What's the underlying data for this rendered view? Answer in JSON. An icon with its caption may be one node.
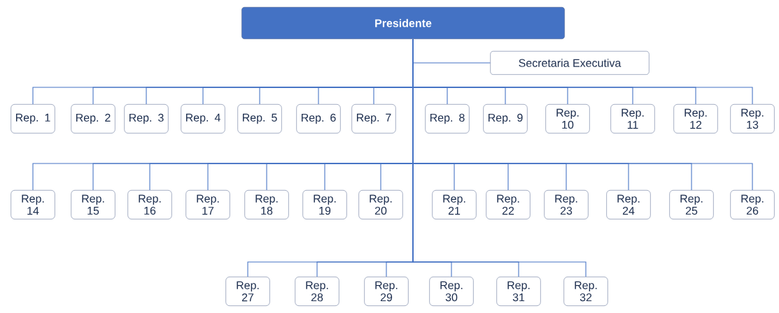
{
  "diagram": {
    "nodes": [
      {
        "text": [
          "Presidente"
        ]
      },
      {
        "text": [
          "Secretaria Executiva"
        ]
      },
      {
        "text": [
          "Rep. 1"
        ]
      },
      {
        "text": [
          "Rep. 2"
        ]
      },
      {
        "text": [
          "Rep. 3"
        ]
      },
      {
        "text": [
          "Rep. 4"
        ]
      },
      {
        "text": [
          "Rep. 5"
        ]
      },
      {
        "text": [
          "Rep. 6"
        ]
      },
      {
        "text": [
          "Rep. 7"
        ]
      },
      {
        "text": [
          "Rep. 8"
        ]
      },
      {
        "text": [
          "Rep. 9"
        ]
      },
      {
        "text": [
          "Rep. 10"
        ]
      },
      {
        "text": [
          "Rep. 11"
        ]
      },
      {
        "text": [
          "Rep. 12"
        ]
      },
      {
        "text": [
          "Rep. 13"
        ]
      },
      {
        "text": [
          "Rep. 14"
        ]
      },
      {
        "text": [
          "Rep. 15"
        ]
      },
      {
        "text": [
          "Rep. 16"
        ]
      },
      {
        "text": [
          "Rep. 17"
        ]
      },
      {
        "text": [
          "Rep. 18"
        ]
      },
      {
        "text": [
          "Rep. 19"
        ]
      },
      {
        "text": [
          "Rep. 20"
        ]
      },
      {
        "text": [
          "Rep. 21"
        ]
      },
      {
        "text": [
          "Rep. 22"
        ]
      },
      {
        "text": [
          "Rep. 23"
        ]
      },
      {
        "text": [
          "Rep. 24"
        ]
      },
      {
        "text": [
          "Rep. 25"
        ]
      },
      {
        "text": [
          "Rep. 26"
        ]
      },
      {
        "text": [
          "Rep. 27"
        ]
      },
      {
        "text": [
          "Rep. 28"
        ]
      },
      {
        "text": [
          "Rep. 29"
        ]
      },
      {
        "text": [
          "Rep. 30"
        ]
      },
      {
        "text": [
          "Rep. 31"
        ]
      },
      {
        "text": [
          "Rep. 32"
        ]
      }
    ],
    "edges": [
      {
        "from": 0,
        "to": 1,
        "arrow": "none"
      },
      {
        "from": 0,
        "to": 2,
        "arrow": "none"
      },
      {
        "from": 0,
        "to": 3,
        "arrow": "none"
      },
      {
        "from": 0,
        "to": 4,
        "arrow": "none"
      },
      {
        "from": 0,
        "to": 5,
        "arrow": "none"
      },
      {
        "from": 0,
        "to": 6,
        "arrow": "none"
      },
      {
        "from": 0,
        "to": 7,
        "arrow": "none"
      },
      {
        "from": 0,
        "to": 8,
        "arrow": "none"
      },
      {
        "from": 0,
        "to": 9,
        "arrow": "none"
      },
      {
        "from": 0,
        "to": 10,
        "arrow": "none"
      },
      {
        "from": 0,
        "to": 11,
        "arrow": "none"
      },
      {
        "from": 0,
        "to": 12,
        "arrow": "none"
      },
      {
        "from": 0,
        "to": 13,
        "arrow": "none"
      },
      {
        "from": 0,
        "to": 14,
        "arrow": "none"
      },
      {
        "from": 0,
        "to": 15,
        "arrow": "none"
      },
      {
        "from": 0,
        "to": 16,
        "arrow": "none"
      },
      {
        "from": 0,
        "to": 17,
        "arrow": "none"
      },
      {
        "from": 0,
        "to": 18,
        "arrow": "none"
      },
      {
        "from": 0,
        "to": 19,
        "arrow": "none"
      },
      {
        "from": 0,
        "to": 20,
        "arrow": "none"
      },
      {
        "from": 0,
        "to": 21,
        "arrow": "none"
      },
      {
        "from": 0,
        "to": 22,
        "arrow": "none"
      },
      {
        "from": 0,
        "to": 23,
        "arrow": "none"
      },
      {
        "from": 0,
        "to": 24,
        "arrow": "none"
      },
      {
        "from": 0,
        "to": 25,
        "arrow": "none"
      },
      {
        "from": 0,
        "to": 26,
        "arrow": "none"
      },
      {
        "from": 0,
        "to": 27,
        "arrow": "none"
      },
      {
        "from": 0,
        "to": 28,
        "arrow": "none"
      },
      {
        "from": 0,
        "to": 29,
        "arrow": "none"
      },
      {
        "from": 0,
        "to": 30,
        "arrow": "none"
      },
      {
        "from": 0,
        "to": 31,
        "arrow": "none"
      },
      {
        "from": 0,
        "to": 32,
        "arrow": "none"
      },
      {
        "from": 0,
        "to": 33,
        "arrow": "none"
      }
    ]
  }
}
